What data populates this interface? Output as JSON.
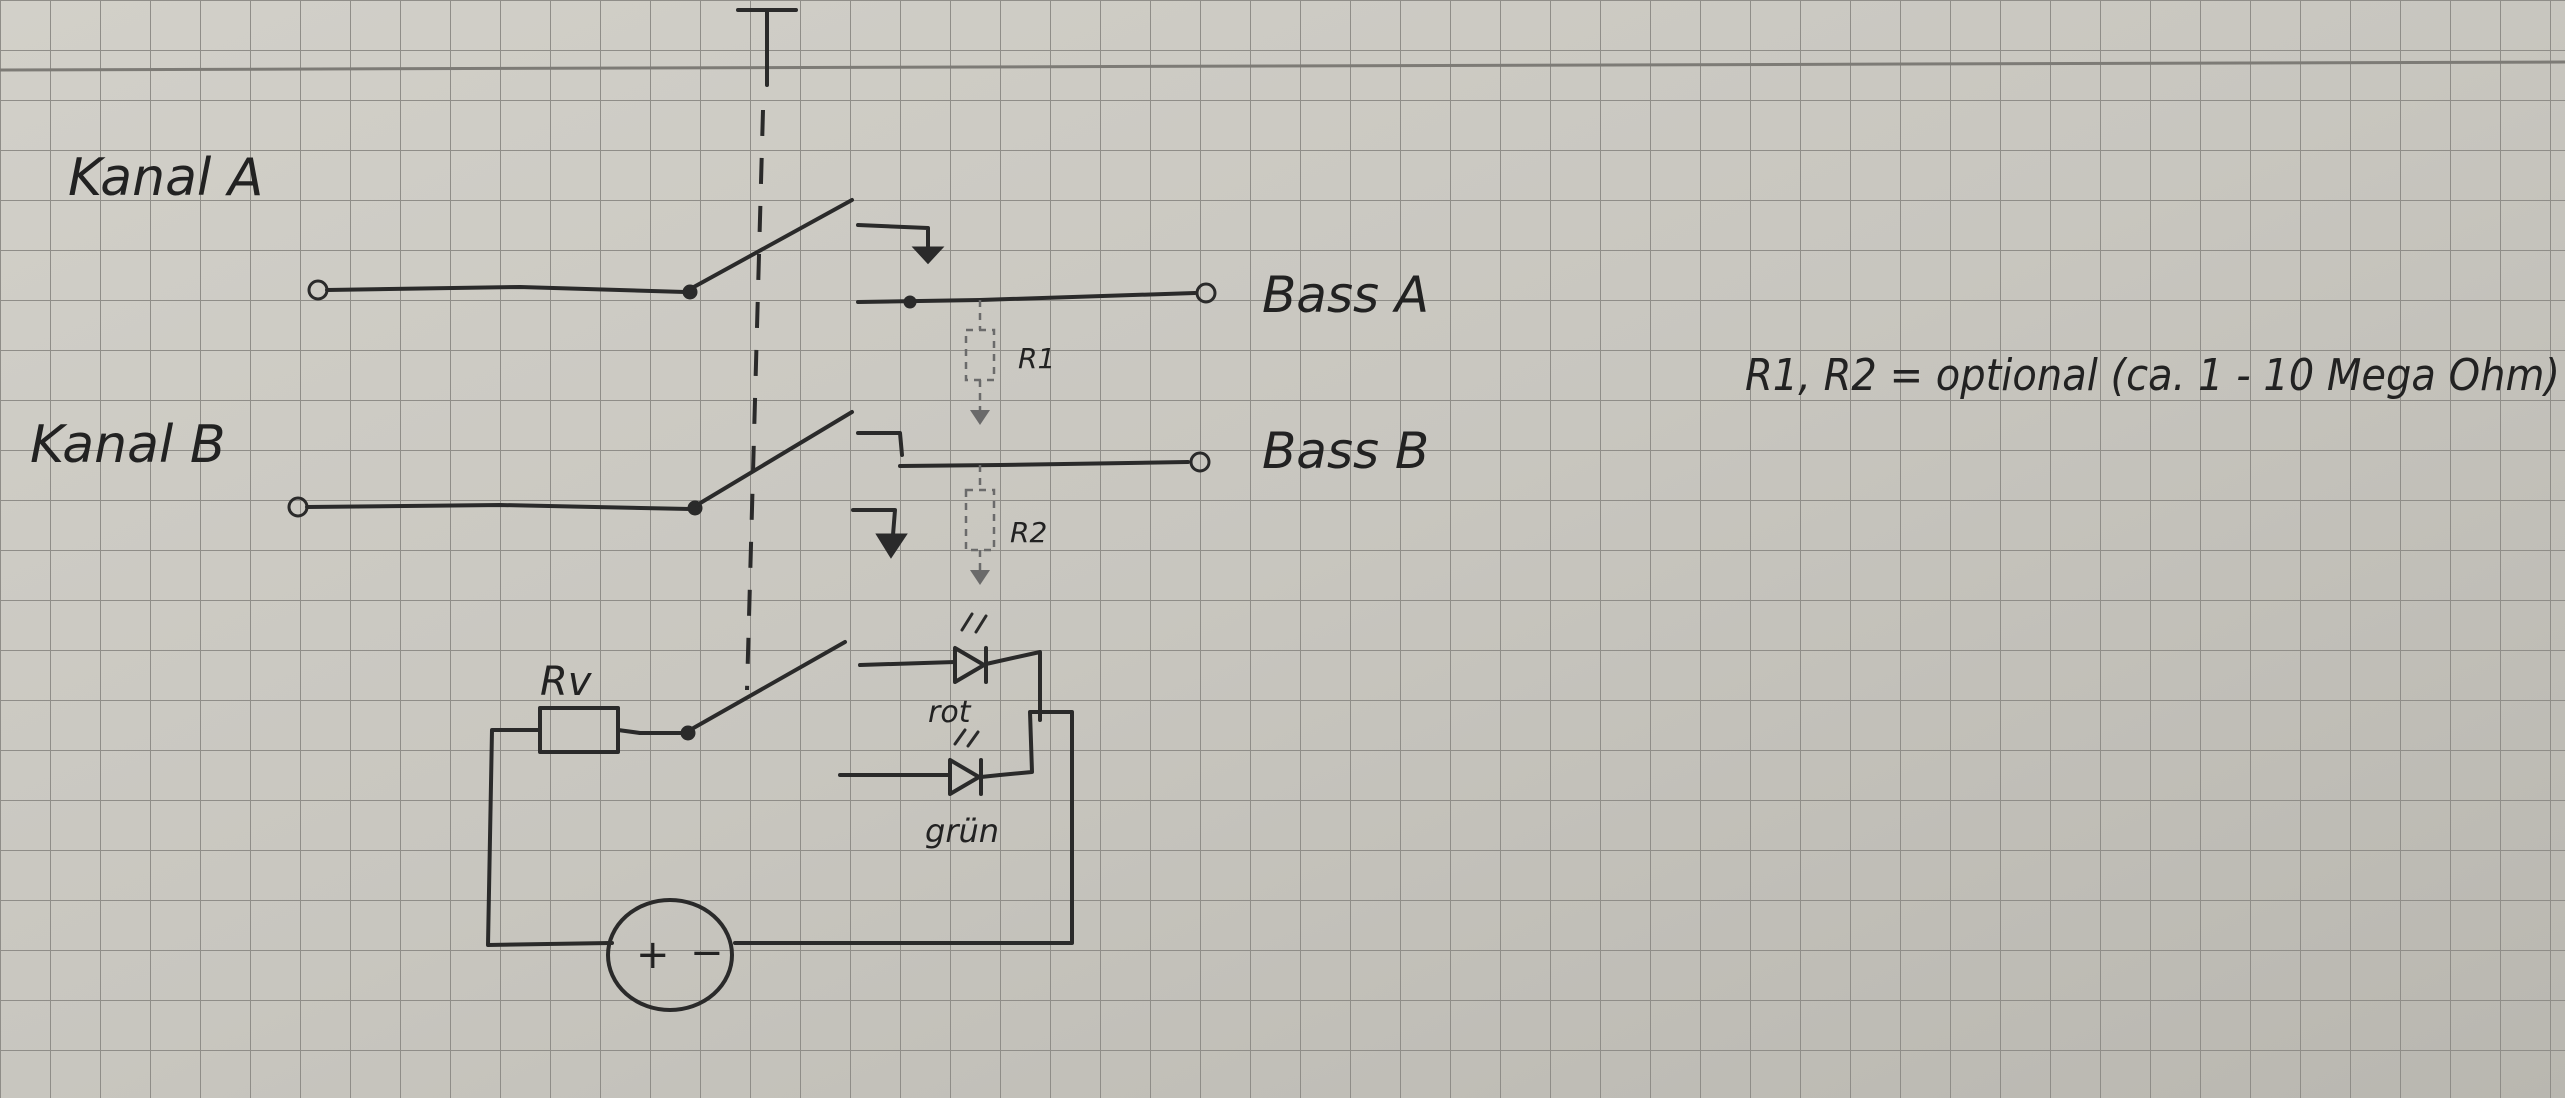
{
  "labels": {
    "kanal_a": "Kanal A",
    "kanal_b": "Kanal B",
    "bass_a": "Bass A",
    "bass_b": "Bass B",
    "r1": "R1",
    "r2": "R2",
    "rv": "Rv",
    "rot": "rot",
    "gruen": "grün",
    "battery_plus": "+",
    "battery_minus": "−",
    "note": "R1, R2 = optional (ca. 1 - 10 Mega Ohm)"
  },
  "colors": {
    "ink": "#2a2a2a",
    "paper": "#c9c7c0",
    "grid": "#8f8d88"
  }
}
